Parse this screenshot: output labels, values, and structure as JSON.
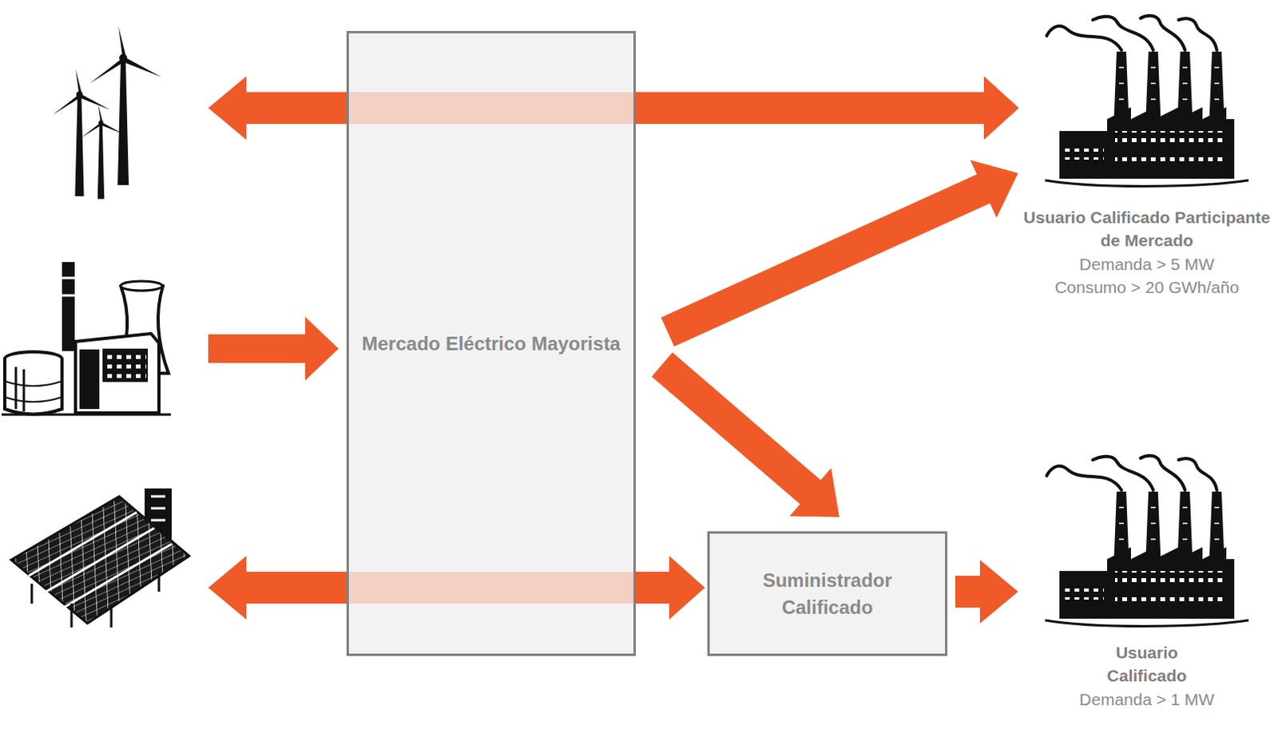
{
  "diagram": {
    "nodes": [
      {
        "text": [
          "Mercado Eléctrico Mayorista"
        ]
      },
      {
        "text": [
          "Usuario Calificado Participante de Mercado",
          "Demanda > 5 MW",
          "Consumo > 20 GWh/año"
        ]
      },
      {
        "text": [
          "Suministrador Calificado"
        ]
      },
      {
        "text": [
          "Usuario Calificado",
          "Demanda > 1 MW"
        ]
      }
    ],
    "edges": [
      {
        "from": 0,
        "to": 1,
        "arrow": "to"
      },
      {
        "from": 0,
        "to": 2,
        "arrow": "to"
      },
      {
        "from": 2,
        "to": 3,
        "arrow": "to"
      }
    ]
  }
}
